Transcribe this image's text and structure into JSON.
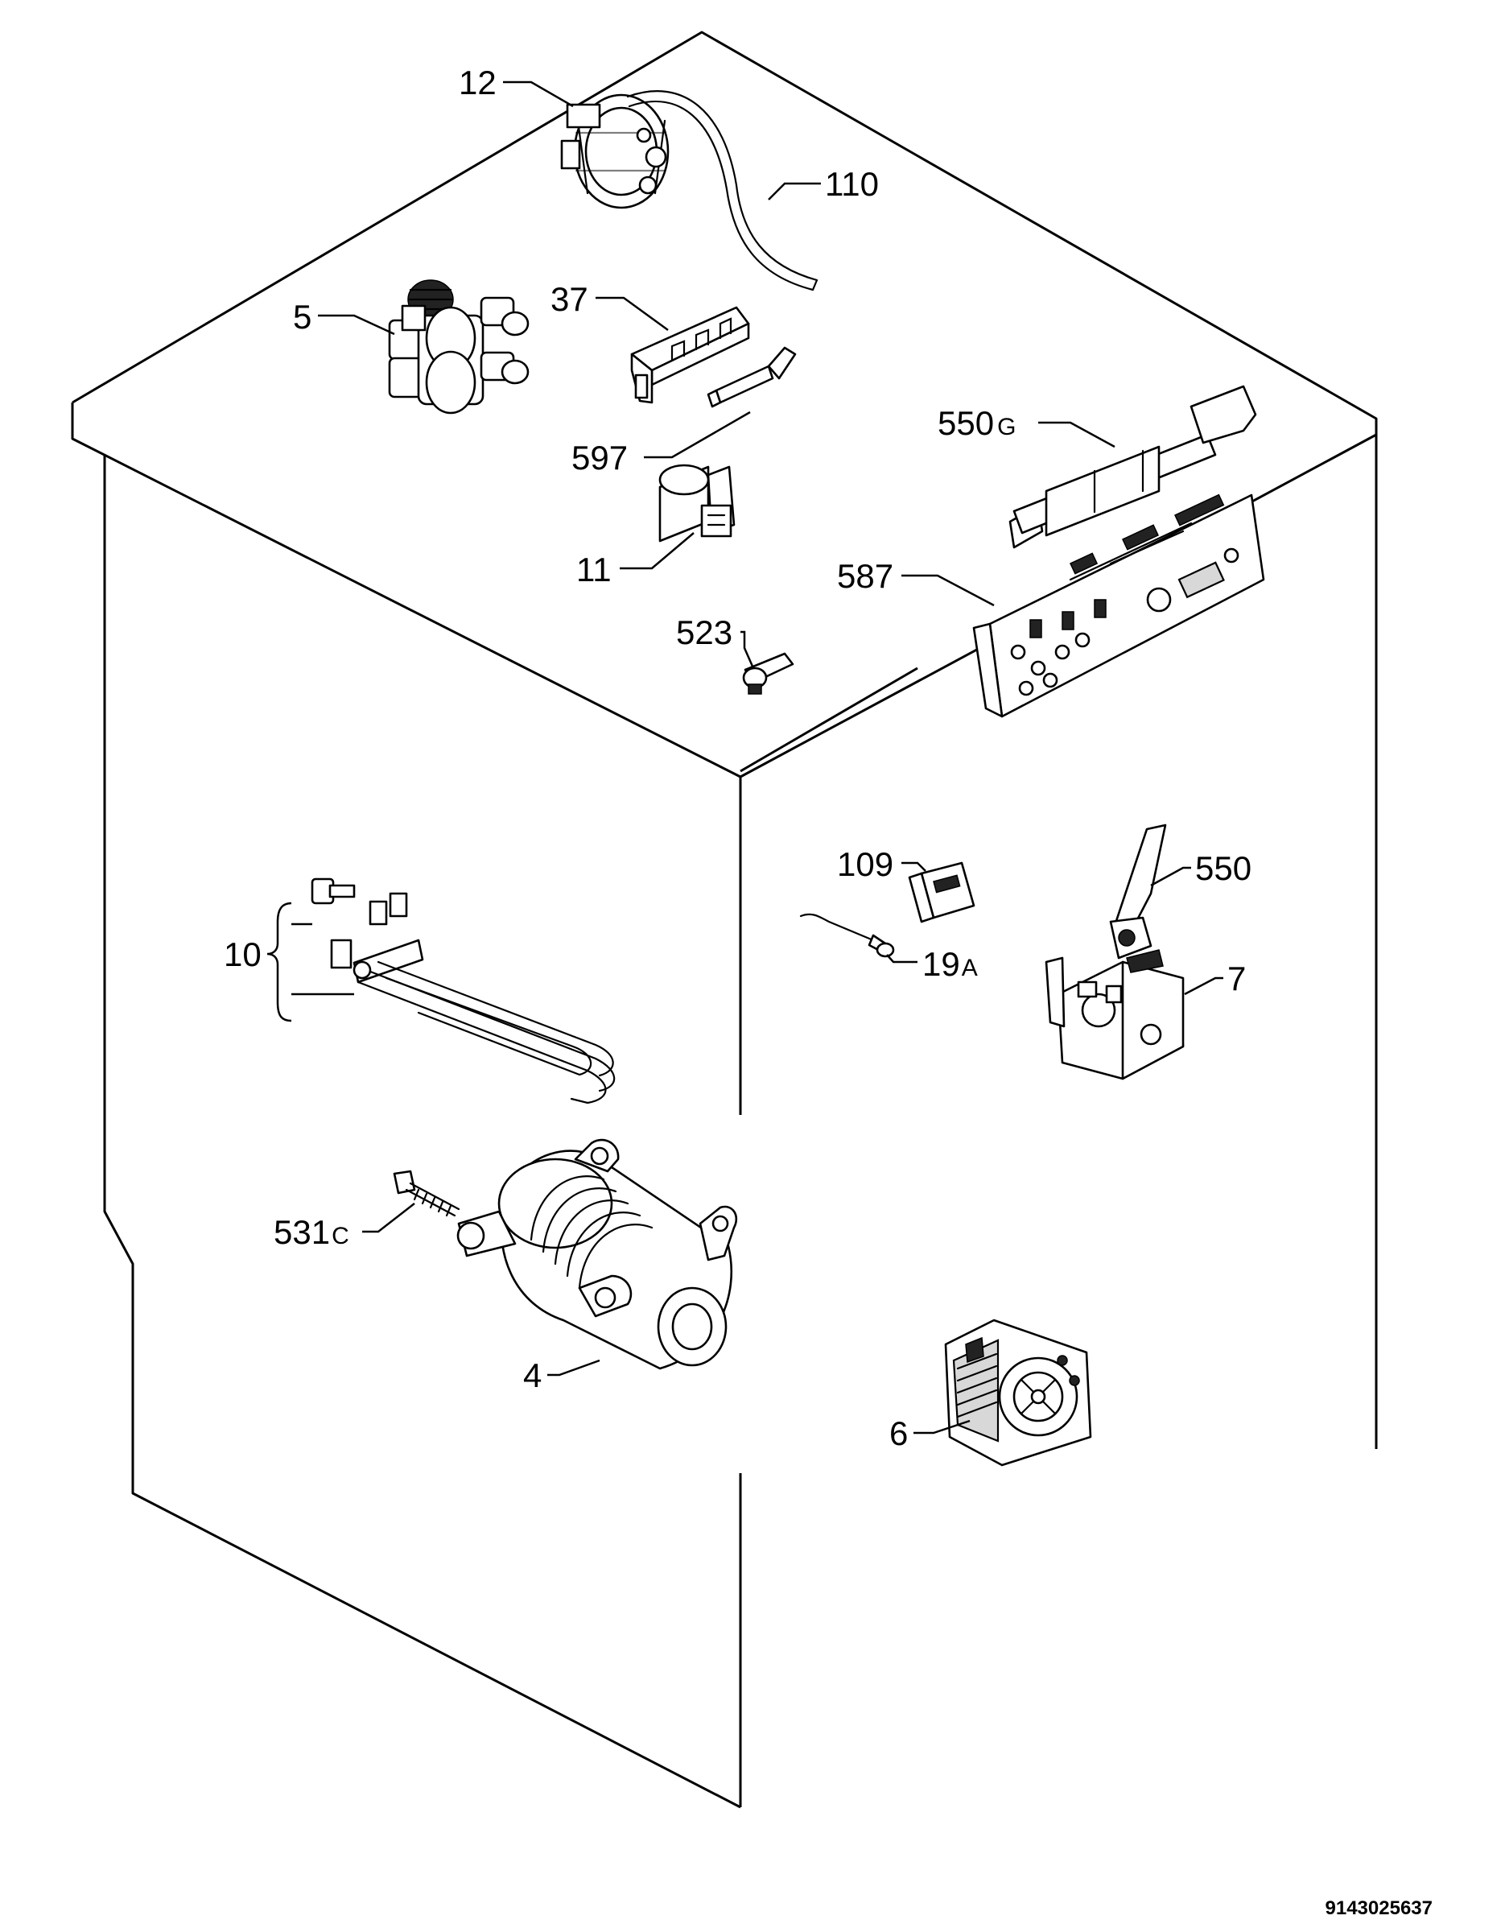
{
  "labels": {
    "l12": "12",
    "l110": "110",
    "l5": "5",
    "l37": "37",
    "l597": "597",
    "l550g_main": "550",
    "l550g_sub": "G",
    "l587": "587",
    "l11": "11",
    "l523": "523",
    "l109": "109",
    "l550": "550",
    "l19a_main": "19",
    "l19a_sub": "A",
    "l10": "10",
    "l7": "7",
    "l531c_main": "531",
    "l531c_sub": "C",
    "l4": "4",
    "l6": "6"
  },
  "reference_number": "9143025637"
}
